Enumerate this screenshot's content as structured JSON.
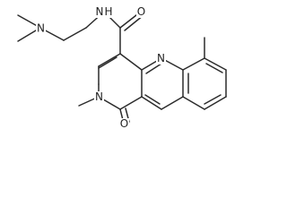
{
  "structure": {
    "type": "skeletal-formula",
    "atom_labels": {
      "amine_n": "N",
      "amide_n_label": "N",
      "amide_h_label": "H",
      "amide_o_label": "O",
      "ring_n_label": "N",
      "quinoline_n_label": "N",
      "carbonyl_o_label": "O"
    },
    "colors": {
      "bond": "#2b2b2b",
      "text": "#222222",
      "background": "#ffffff"
    }
  }
}
